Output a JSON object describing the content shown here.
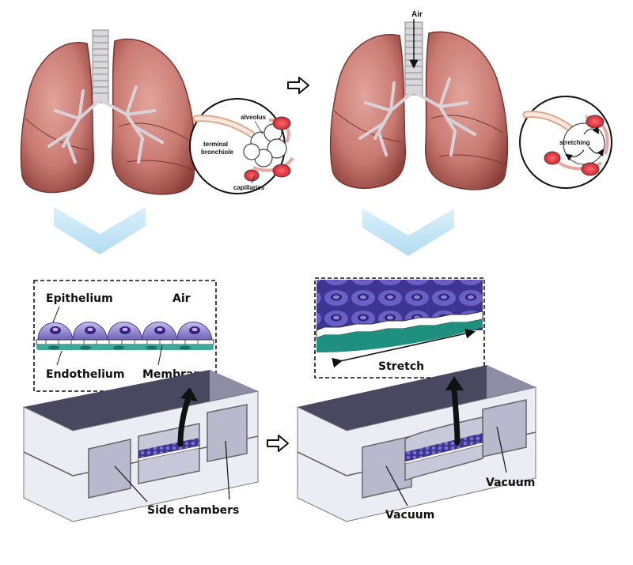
{
  "labels": {
    "air_top": "Air",
    "alveolus": "alveolus",
    "terminal": "terminal",
    "bronchiole": "bronchiole",
    "capillaries": "capillaries",
    "stretching": "stretching",
    "epithelium": "Epithelium",
    "air_inset": "Air",
    "endothelium": "Endothelium",
    "membrane": "Membrane",
    "stretch": "Stretch",
    "side_chambers": "Side chambers",
    "vacuum_left": "Vacuum",
    "vacuum_right": "Vacuum"
  },
  "icons": {
    "step_arrow": "outline-right-arrow-icon",
    "down_chevron": "chevron-down-icon"
  },
  "colors": {
    "lung": "#c97a72",
    "lung_dark": "#8a3d38",
    "trachea": "#d8d8dc",
    "chevron": "#bfe3f5",
    "cell_purple": "#5b4fa8",
    "cell_light": "#b9aee0",
    "endo_green": "#1f8f80",
    "device_top": "#4a4860",
    "device_face": "#ececf4",
    "device_shade": "#b9b8cc",
    "blood_red": "#e0353d"
  }
}
